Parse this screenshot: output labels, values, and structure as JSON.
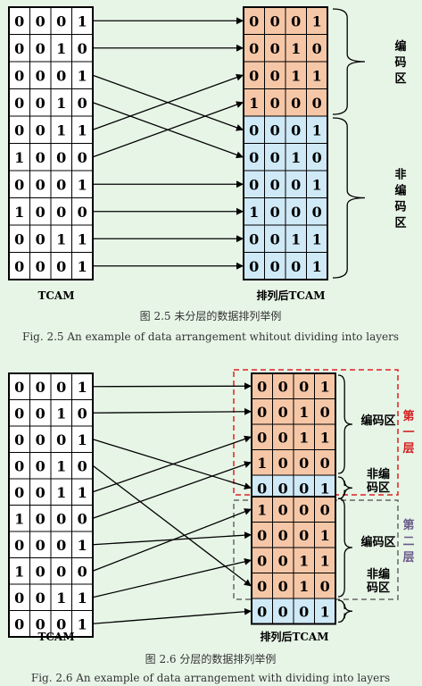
{
  "colors": {
    "background": "#e7f5e7",
    "encoding_cell": "#f6c7a7",
    "nonencoding_cell": "#cfe9f6",
    "tcam_cell": "#ffffff",
    "layer1_border": "#e02020",
    "layer2_border": "#666666",
    "arrow": "#000000"
  },
  "figure1": {
    "left_label": "TCAM",
    "right_label": "排列后TCAM",
    "tcam_rows": [
      [
        "0",
        "0",
        "0",
        "1"
      ],
      [
        "0",
        "0",
        "1",
        "0"
      ],
      [
        "0",
        "0",
        "0",
        "1"
      ],
      [
        "0",
        "0",
        "1",
        "0"
      ],
      [
        "0",
        "0",
        "1",
        "1"
      ],
      [
        "1",
        "0",
        "0",
        "0"
      ],
      [
        "0",
        "0",
        "0",
        "1"
      ],
      [
        "1",
        "0",
        "0",
        "0"
      ],
      [
        "0",
        "0",
        "1",
        "1"
      ],
      [
        "0",
        "0",
        "0",
        "1"
      ]
    ],
    "sorted_rows": [
      [
        "0",
        "0",
        "0",
        "1"
      ],
      [
        "0",
        "0",
        "1",
        "0"
      ],
      [
        "0",
        "0",
        "1",
        "1"
      ],
      [
        "1",
        "0",
        "0",
        "0"
      ],
      [
        "0",
        "0",
        "0",
        "1"
      ],
      [
        "0",
        "0",
        "1",
        "0"
      ],
      [
        "0",
        "0",
        "0",
        "1"
      ],
      [
        "1",
        "0",
        "0",
        "0"
      ],
      [
        "0",
        "0",
        "1",
        "1"
      ],
      [
        "0",
        "0",
        "0",
        "1"
      ]
    ],
    "row_zones": [
      "enc",
      "enc",
      "enc",
      "enc",
      "non",
      "non",
      "non",
      "non",
      "non",
      "non"
    ],
    "arrows": [
      [
        0,
        0
      ],
      [
        1,
        1
      ],
      [
        2,
        4
      ],
      [
        3,
        5
      ],
      [
        4,
        2
      ],
      [
        5,
        3
      ],
      [
        6,
        6
      ],
      [
        7,
        7
      ],
      [
        8,
        8
      ],
      [
        9,
        9
      ]
    ],
    "zone_labels": [
      {
        "chars": [
          "编",
          "码",
          "区"
        ],
        "rows": [
          0,
          3
        ]
      },
      {
        "chars": [
          "非",
          "编",
          "码",
          "区"
        ],
        "rows": [
          4,
          9
        ]
      }
    ],
    "caption_cn": "图 2.5    未分层的数据排列举例",
    "caption_en": "Fig. 2.5    An example of data arrangement whitout dividing into layers"
  },
  "figure2": {
    "left_label": "TCAM",
    "right_label": "排列后TCAM",
    "tcam_rows": [
      [
        "0",
        "0",
        "0",
        "1"
      ],
      [
        "0",
        "0",
        "1",
        "0"
      ],
      [
        "0",
        "0",
        "0",
        "1"
      ],
      [
        "0",
        "0",
        "1",
        "0"
      ],
      [
        "0",
        "0",
        "1",
        "1"
      ],
      [
        "1",
        "0",
        "0",
        "0"
      ],
      [
        "0",
        "0",
        "0",
        "1"
      ],
      [
        "1",
        "0",
        "0",
        "0"
      ],
      [
        "0",
        "0",
        "1",
        "1"
      ],
      [
        "0",
        "0",
        "0",
        "1"
      ]
    ],
    "layer1_rows": [
      [
        "0",
        "0",
        "0",
        "1"
      ],
      [
        "0",
        "0",
        "1",
        "0"
      ],
      [
        "0",
        "0",
        "1",
        "1"
      ],
      [
        "1",
        "0",
        "0",
        "0"
      ],
      [
        "0",
        "0",
        "0",
        "1"
      ]
    ],
    "layer1_zones": [
      "enc",
      "enc",
      "enc",
      "enc",
      "non"
    ],
    "layer2_rows": [
      [
        "1",
        "0",
        "0",
        "0"
      ],
      [
        "0",
        "0",
        "0",
        "1"
      ],
      [
        "0",
        "0",
        "1",
        "1"
      ],
      [
        "0",
        "0",
        "1",
        "0"
      ],
      [
        "0",
        "0",
        "0",
        "1"
      ]
    ],
    "layer2_zones": [
      "enc",
      "enc",
      "enc",
      "enc",
      "non"
    ],
    "arrows": [
      [
        0,
        0
      ],
      [
        1,
        1
      ],
      [
        2,
        4
      ],
      [
        3,
        8
      ],
      [
        4,
        2
      ],
      [
        5,
        3
      ],
      [
        6,
        6
      ],
      [
        7,
        5
      ],
      [
        8,
        7
      ],
      [
        9,
        9
      ]
    ],
    "layer1_label": [
      "第",
      "一",
      "层"
    ],
    "layer2_label": [
      "第",
      "二",
      "层"
    ],
    "enc_label": "编码区",
    "non_label": [
      "非编",
      "码区"
    ],
    "caption_cn": "图 2.6    分层的数据排列举例",
    "caption_en": "Fig. 2.6    An example of data arrangement with dividing into layers"
  }
}
